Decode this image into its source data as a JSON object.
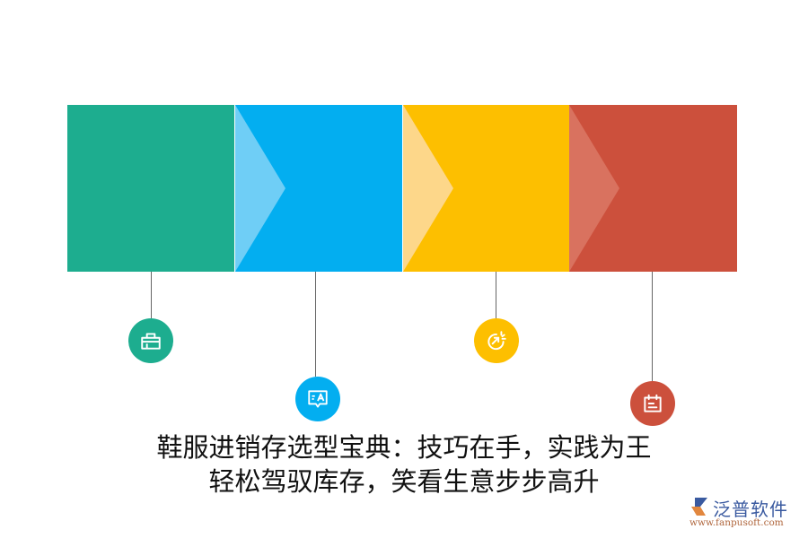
{
  "diagram": {
    "type": "process-arrow-blocks",
    "blocks": [
      {
        "name": "step-1",
        "color": "#1dad8f",
        "chevron_color": null
      },
      {
        "name": "step-2",
        "color": "#03aef0",
        "chevron_color": "#6fcef6"
      },
      {
        "name": "step-3",
        "color": "#fdbf00",
        "chevron_color": "#fdd78a"
      },
      {
        "name": "step-4",
        "color": "#cc503c",
        "chevron_color": "#d9725f"
      }
    ],
    "icons": [
      {
        "icon": "toolbox-icon",
        "color": "#1dad8f"
      },
      {
        "icon": "translate-message-icon",
        "color": "#03aef0"
      },
      {
        "icon": "growth-arrow-icon",
        "color": "#fdbf00"
      },
      {
        "icon": "calendar-icon",
        "color": "#cc503c"
      }
    ]
  },
  "title": {
    "line1": "鞋服进销存选型宝典：技巧在手，实践为王",
    "line2": "轻松驾驭库存，笑看生意步步高升"
  },
  "logo": {
    "name": "泛普软件",
    "url": "www.fanpusoft.com"
  }
}
